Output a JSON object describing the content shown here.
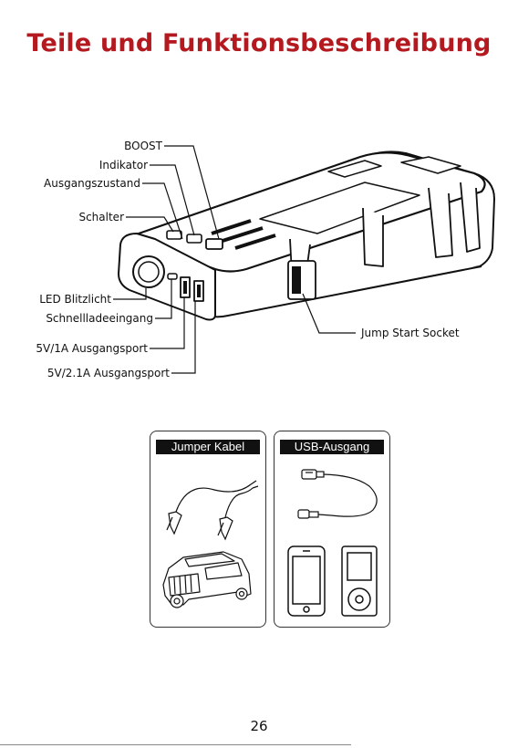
{
  "page": {
    "title": "Teile und Funktionsbeschreibung",
    "page_number": "26"
  },
  "colors": {
    "title": "#b3191e",
    "panel_header_bg": "#111111"
  },
  "diagram": {
    "labels": {
      "boost": "BOOST",
      "indikator": "Indikator",
      "ausgangszustand": "Ausgangszustand",
      "schalter": "Schalter",
      "led": "LED Blitzlicht",
      "schnellladeeingang": "Schnellladeeingang",
      "port_1a": "5V/1A Ausgangsport",
      "port_21a": "5V/2.1A Ausgangsport",
      "jump_start": "Jump Start Socket"
    }
  },
  "panels": {
    "jumper": {
      "header": "Jumper Kabel",
      "icons": [
        "jumper-cable-clamps-icon",
        "suv-car-icon"
      ]
    },
    "usb": {
      "header": "USB-Ausgang",
      "icons": [
        "usb-cable-icon",
        "smartphone-icon",
        "mp3-player-icon"
      ]
    }
  }
}
